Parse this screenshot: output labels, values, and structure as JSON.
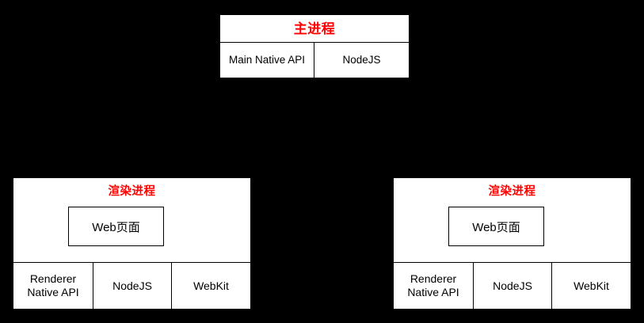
{
  "diagram": {
    "background_color": "#000000",
    "box_fill_color": "#ffffff",
    "box_border_color": "#000000",
    "title_color": "#ff0000",
    "main_process": {
      "title": "主进程",
      "modules": [
        {
          "label": "Main Native API"
        },
        {
          "label": "NodeJS"
        }
      ]
    },
    "renderer_processes": [
      {
        "title": "渲染进程",
        "webpage_label": "Web页面",
        "modules": [
          {
            "line1": "Renderer",
            "line2": "Native API"
          },
          {
            "line1": "NodeJS",
            "line2": ""
          },
          {
            "line1": "WebKit",
            "line2": ""
          }
        ]
      },
      {
        "title": "渲染进程",
        "webpage_label": "Web页面",
        "modules": [
          {
            "line1": "Renderer",
            "line2": "Native API"
          },
          {
            "line1": "NodeJS",
            "line2": ""
          },
          {
            "line1": "WebKit",
            "line2": ""
          }
        ]
      }
    ]
  }
}
